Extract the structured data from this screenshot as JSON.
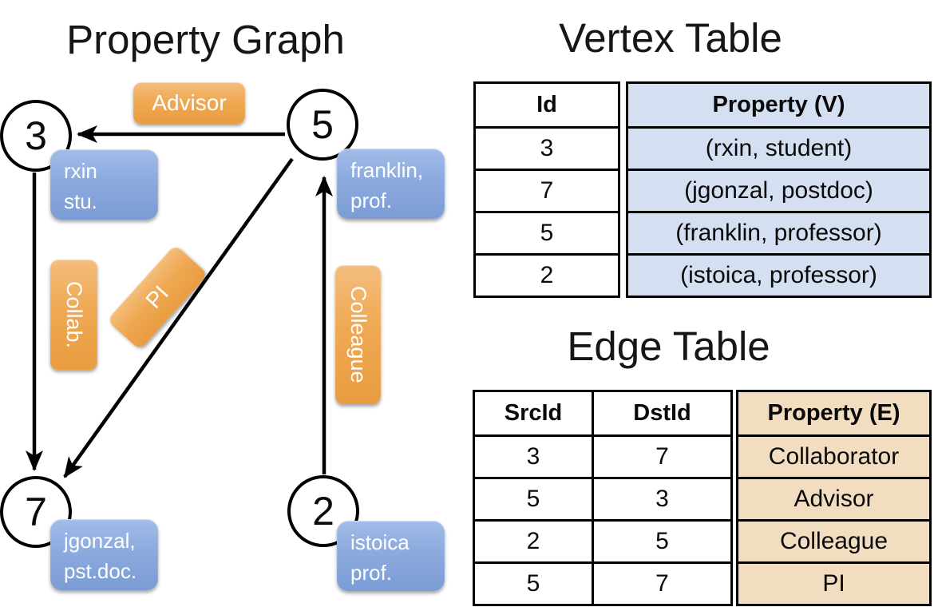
{
  "graph": {
    "title": "Property Graph",
    "nodes": [
      {
        "id": "3",
        "label_line1": "rxin",
        "label_line2": "stu."
      },
      {
        "id": "5",
        "label_line1": "franklin,",
        "label_line2": "prof."
      },
      {
        "id": "7",
        "label_line1": "jgonzal,",
        "label_line2": "pst.doc."
      },
      {
        "id": "2",
        "label_line1": "istoica",
        "label_line2": "prof."
      }
    ],
    "edge_labels": {
      "advisor": "Advisor",
      "collab": "Collab.",
      "pi": "PI",
      "colleague": "Colleague"
    }
  },
  "vertex_table": {
    "title": "Vertex Table",
    "columns": [
      "Id",
      "Property (V)"
    ],
    "rows": [
      [
        "3",
        "(rxin, student)"
      ],
      [
        "7",
        "(jgonzal, postdoc)"
      ],
      [
        "5",
        "(franklin, professor)"
      ],
      [
        "2",
        "(istoica, professor)"
      ]
    ]
  },
  "edge_table": {
    "title": "Edge Table",
    "columns": [
      "SrcId",
      "DstId",
      "Property (E)"
    ],
    "rows": [
      [
        "3",
        "7",
        "Collaborator"
      ],
      [
        "5",
        "3",
        "Advisor"
      ],
      [
        "2",
        "5",
        "Colleague"
      ],
      [
        "5",
        "7",
        "PI"
      ]
    ]
  },
  "colors": {
    "edge_label_orange": "#EDA14B",
    "vertex_label_blue": "#85A3DA",
    "vertex_cell_bg": "#D4DFF1",
    "edge_cell_bg": "#F3DDC0",
    "line_black": "#000000"
  }
}
